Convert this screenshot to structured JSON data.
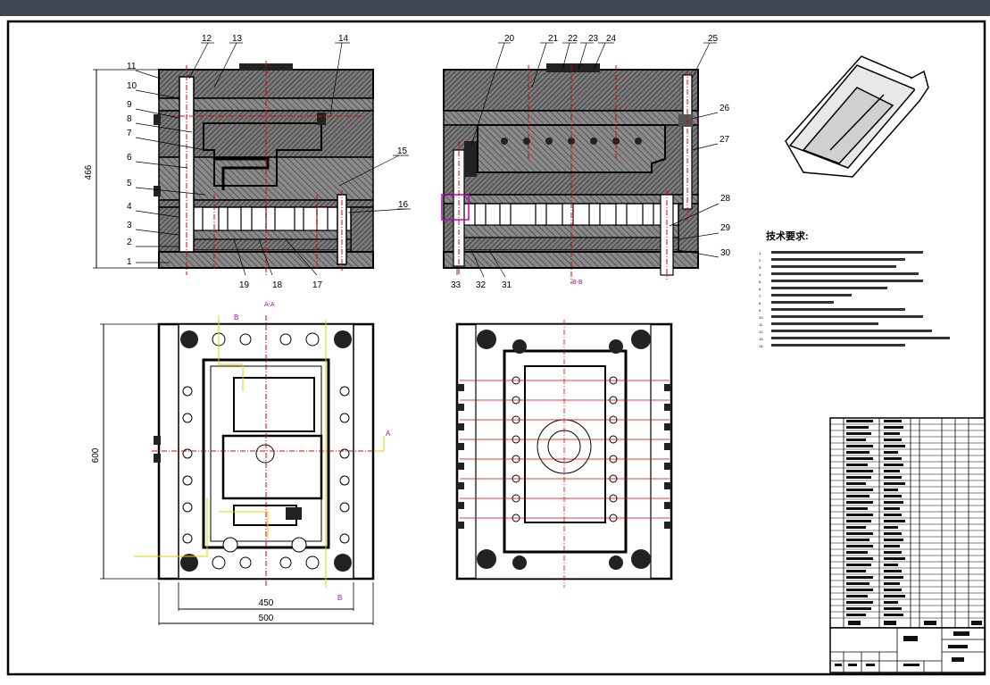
{
  "window": {
    "title": ""
  },
  "views": {
    "front_section": {
      "height_dim": "466",
      "callouts_left": [
        "11",
        "10",
        "9",
        "8",
        "7",
        "6",
        "5",
        "4",
        "3",
        "2",
        "1"
      ],
      "callouts_top": [
        "12",
        "13",
        "14"
      ],
      "callouts_right": [
        "15",
        "16"
      ],
      "callouts_bottom": [
        "19",
        "18",
        "17"
      ],
      "section_label": "A-A"
    },
    "side_section": {
      "callouts_top": [
        "20",
        "21",
        "22",
        "23",
        "24",
        "25"
      ],
      "callouts_right": [
        "26",
        "27",
        "28",
        "29",
        "30"
      ],
      "callouts_bottom": [
        "33",
        "32",
        "31"
      ],
      "section_label": "B-B"
    },
    "plan_left": {
      "height_dim": "600",
      "width_inner_dim": "450",
      "width_outer_dim": "500",
      "section_marker_top": "B",
      "section_marker_bottom": "B",
      "section_marker_side": "A"
    }
  },
  "notes": {
    "title": "技术要求:",
    "lines": [
      "1.",
      "2.",
      "3.",
      "4.",
      "5.",
      "6.",
      "7.",
      "8.",
      "9.",
      "10.",
      "11.",
      "12.",
      "13.",
      "14."
    ]
  },
  "colors": {
    "line": "#000000",
    "hatch": "#555555",
    "center": "#e00000",
    "dim_magenta": "#c000c0",
    "callout_yellow": "#e0d000",
    "topbar": "#3e4450"
  }
}
